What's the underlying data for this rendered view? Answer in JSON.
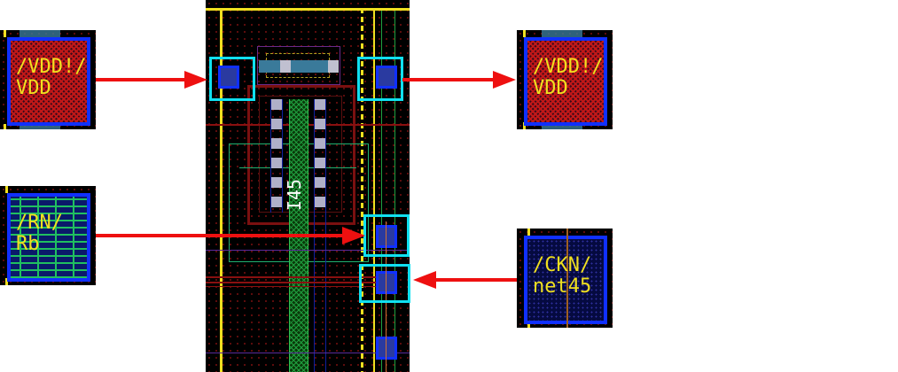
{
  "insets": [
    {
      "id": "vdd-left",
      "label_line1": "/VDD!/",
      "label_line2": "VDD",
      "fill": "red-hatch"
    },
    {
      "id": "rn-left",
      "label_line1": "/RN/",
      "label_line2": "Rb",
      "fill": "green-brick"
    },
    {
      "id": "vdd-right",
      "label_line1": "/VDD!/",
      "label_line2": "VDD",
      "fill": "red-hatch"
    },
    {
      "id": "ckn-right",
      "label_line1": "/CKN/",
      "label_line2": "net45",
      "fill": "blue-dots"
    }
  ],
  "layout": {
    "instance_label": "I45"
  },
  "colors": {
    "pad_border": "#1030ff",
    "highlight": "#10e0f0",
    "arrow": "#ee1010",
    "label_text": "#f0e020",
    "rail": "#f0e020"
  }
}
